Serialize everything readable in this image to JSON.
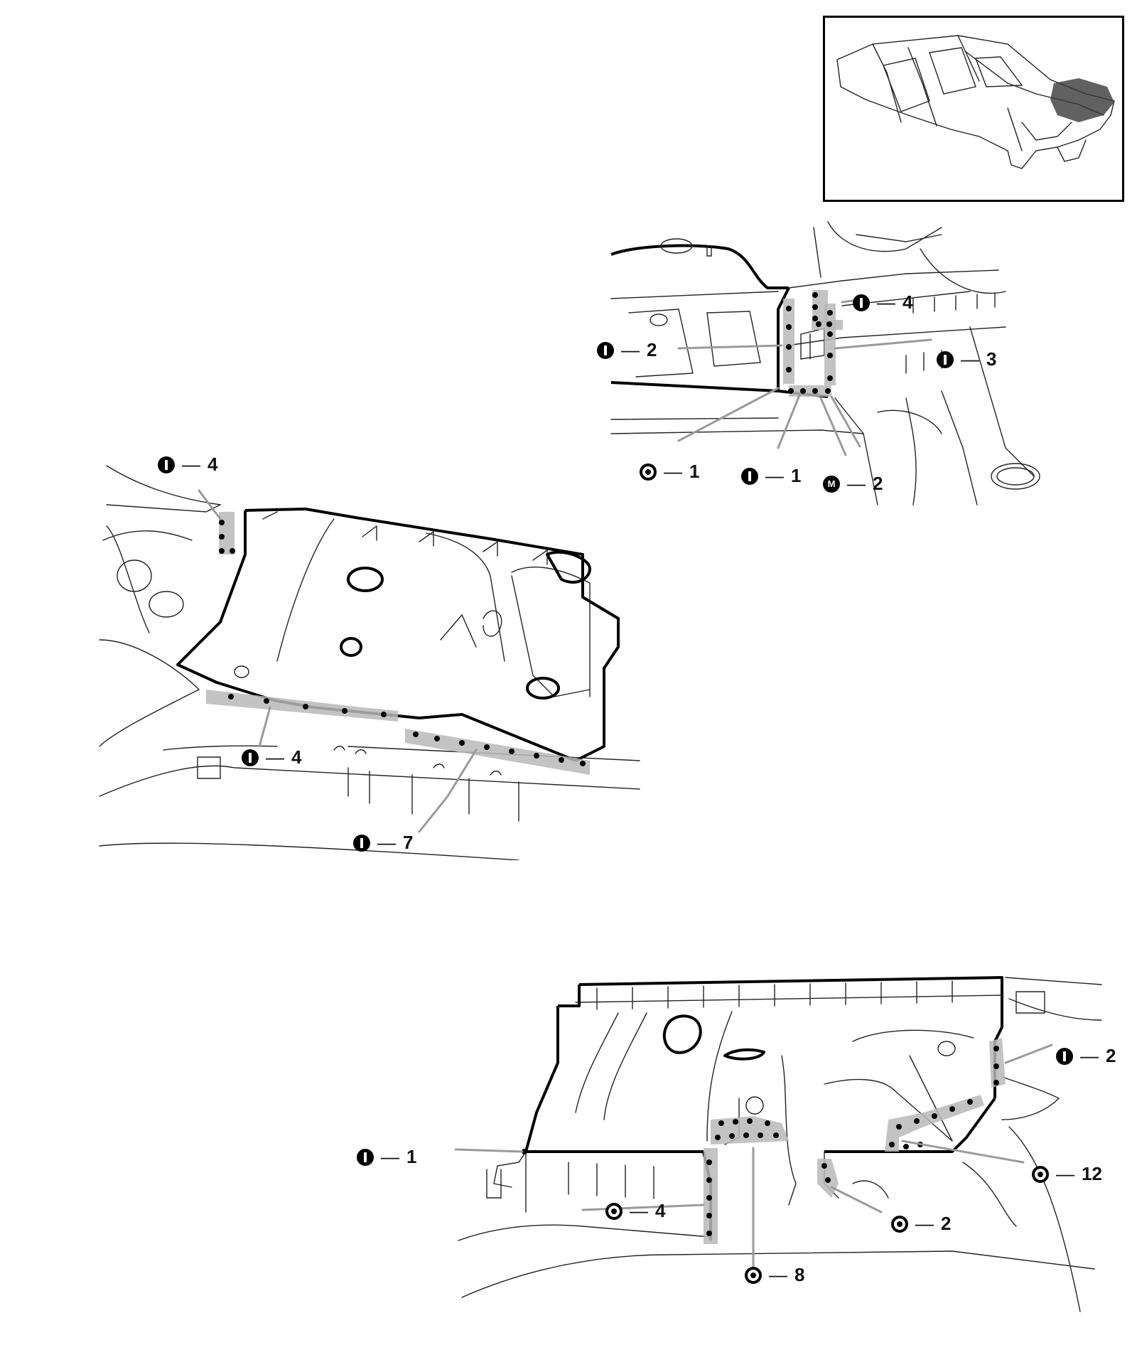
{
  "inset": {
    "highlight_color": "#333333"
  },
  "colors": {
    "seam_shade": "#b9b9b9",
    "line": "#111111"
  },
  "symbols": {
    "M": "M"
  },
  "callouts": {
    "tr_i4": {
      "sym": "I",
      "num": "4"
    },
    "tr_i2": {
      "sym": "I",
      "num": "2"
    },
    "tr_i3": {
      "sym": "I",
      "num": "3"
    },
    "tr_o1": {
      "sym": "O",
      "num": "1"
    },
    "tr_i1": {
      "sym": "I",
      "num": "1"
    },
    "tr_m2": {
      "sym": "M",
      "num": "2"
    },
    "ml_i4_top": {
      "sym": "I",
      "num": "4"
    },
    "ml_i4_bottom": {
      "sym": "I",
      "num": "4"
    },
    "ml_i7": {
      "sym": "I",
      "num": "7"
    },
    "b_i2": {
      "sym": "I",
      "num": "2"
    },
    "b_i1": {
      "sym": "I",
      "num": "1"
    },
    "b_o12": {
      "sym": "O",
      "num": "12"
    },
    "b_o4": {
      "sym": "O",
      "num": "4"
    },
    "b_o2": {
      "sym": "O",
      "num": "2"
    },
    "b_o8": {
      "sym": "O",
      "num": "8"
    }
  }
}
